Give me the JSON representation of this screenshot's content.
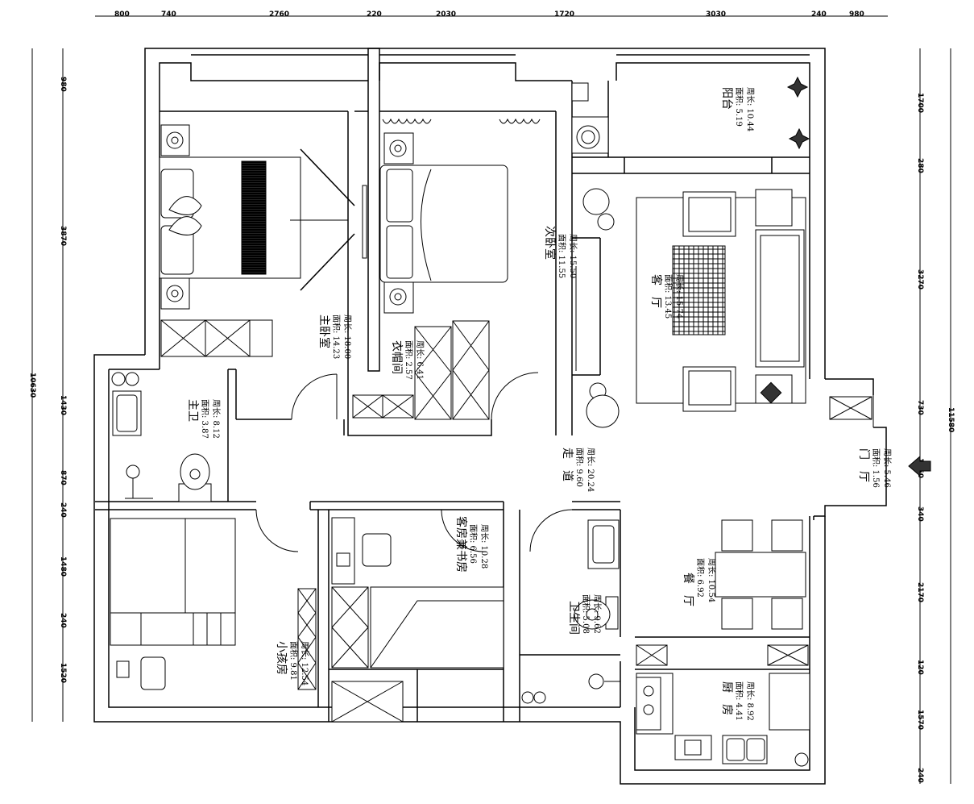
{
  "dimensions": {
    "top": [
      "800",
      "740",
      "2760",
      "220",
      "2030",
      "1720",
      "3030",
      "240",
      "980"
    ],
    "left": [
      "980",
      "3870",
      "1430",
      "870",
      "240",
      "1480",
      "240",
      "1520"
    ],
    "left_total": "10630",
    "right": [
      "1700",
      "280",
      "3270",
      "730",
      "1160",
      "340",
      "2170",
      "120",
      "1570",
      "240"
    ],
    "right_total": "11580"
  },
  "rooms": {
    "master_bedroom": {
      "name": "主卧室",
      "area": "面积: 14.23",
      "perimeter": "周长: 18.00"
    },
    "second_bedroom": {
      "name": "次卧室",
      "area": "面积: 11.55",
      "perimeter": "周长: 15.50"
    },
    "balcony": {
      "name": "阳台",
      "area": "面积: 5.19",
      "perimeter": "周长: 10.44"
    },
    "living_room": {
      "name": "客　厅",
      "area": "面积: 13.45",
      "perimeter": "周长: 15.74"
    },
    "closet": {
      "name": "衣帽间",
      "area": "面积: 2.57",
      "perimeter": "周长: 6.41"
    },
    "master_bath": {
      "name": "主卫",
      "area": "面积: 3.87",
      "perimeter": "周长: 8.12"
    },
    "corridor": {
      "name": "走　道",
      "area": "面积: 9.60",
      "perimeter": "周长: 20.24"
    },
    "foyer": {
      "name": "门　厅",
      "area": "面积: 1.56",
      "perimeter": "周长: 5.46"
    },
    "guest_study": {
      "name": "客房兼书房",
      "area": "面积: 6.56",
      "perimeter": "周长: 10.28"
    },
    "bathroom": {
      "name": "卫生间",
      "area": "面积: 5.08",
      "perimeter": "周长: 9.62"
    },
    "dining": {
      "name": "餐　厅",
      "area": "面积: 6.92",
      "perimeter": "周长: 10.54"
    },
    "kids_room": {
      "name": "小孩房",
      "area": "面积: 9.81",
      "perimeter": "周长: 12.54"
    },
    "kitchen": {
      "name": "厨　房",
      "area": "面积: 4.41",
      "perimeter": "周长: 8.92"
    }
  },
  "icons": [
    "entrance-arrow-icon",
    "plant-icon",
    "stove-icon",
    "sink-icon",
    "toilet-icon",
    "bed-icon"
  ]
}
